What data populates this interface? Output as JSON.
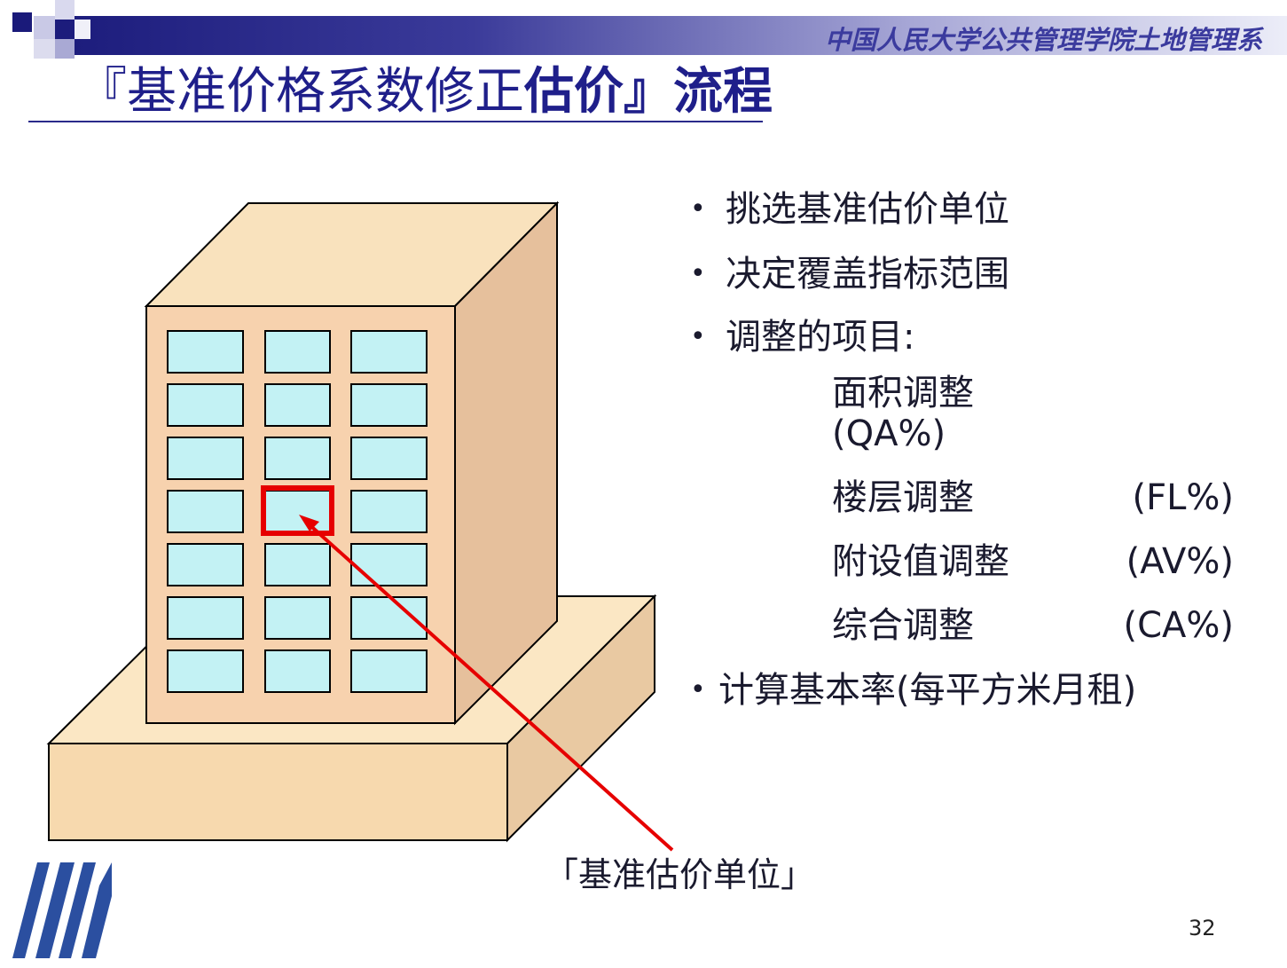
{
  "header": {
    "org_name": "中国人民大学公共管理学院土地管理系",
    "bar_color": "#1a1a7a"
  },
  "title": {
    "plain": "『基准价格系数修正",
    "bold": "估价』流程"
  },
  "bullets": [
    "挑选基准估价单位",
    "决定覆盖指标范围",
    "调整的项目:"
  ],
  "adjustments": [
    {
      "label": "面积调整",
      "code": "(QA%)"
    },
    {
      "label": "楼层调整",
      "code": "(FL%)"
    },
    {
      "label": "附设值调整",
      "code": "(AV%)"
    },
    {
      "label": "综合调整",
      "code": "(CA%)"
    }
  ],
  "last_bullet": "计算基本率(每平方米月租)",
  "callout_label": "「基准估价单位」",
  "page_number": "32",
  "colors": {
    "building_front": "#f7d2ae",
    "building_side": "#e6c09c",
    "building_top": "#f9e2bd",
    "base_front": "#f7d9ae",
    "base_top": "#fbe7c4",
    "window": "#c3f2f4",
    "highlight": "#e60000",
    "logo": "#2b4fa0"
  },
  "bullet_glyph": "•"
}
